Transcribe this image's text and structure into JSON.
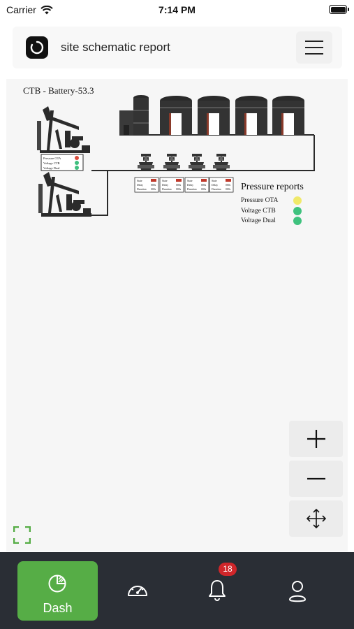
{
  "status_bar": {
    "carrier": "Carrier",
    "time": "7:14 PM"
  },
  "header": {
    "title": "site schematic report"
  },
  "schematic": {
    "title": "CTB - Battery-53.3",
    "well_panel": {
      "labels": [
        "Pressure OTA",
        "Voltage CTB",
        "Voltage Dual"
      ],
      "colors": [
        "#d94c3d",
        "#3fbf7f",
        "#3fbf7f"
      ]
    },
    "valve_panel": {
      "labels": [
        "State",
        "Delay",
        "Duration"
      ],
      "values": [
        "",
        "000s",
        "000s"
      ]
    },
    "legend": {
      "title": "Pressure reports",
      "items": [
        {
          "label": "Pressure OTA",
          "color": "#f0e96a"
        },
        {
          "label": "Voltage CTB",
          "color": "#3fc27e"
        },
        {
          "label": "Voltage Dual",
          "color": "#3fc27e"
        }
      ]
    }
  },
  "controls": {
    "zoom_in": "+",
    "zoom_out": "−"
  },
  "tab_bar": {
    "dash_label": "Dash",
    "notification_count": "18"
  }
}
